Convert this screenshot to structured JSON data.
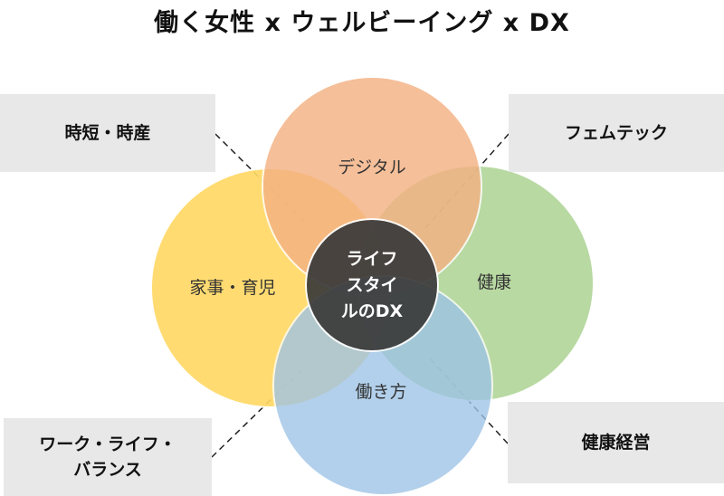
{
  "title": "働く女性 x ウェルビーイング x DX",
  "corners": {
    "top_left": "時短・時産",
    "top_right": "フェムテック",
    "bottom_left": "ワーク・ライフ・\nバランス",
    "bottom_right": "健康経営"
  },
  "circles": {
    "top": {
      "label": "デジタル",
      "color": "#f4b183"
    },
    "left": {
      "label": "家事・育児",
      "color": "#ffd966"
    },
    "right": {
      "label": "健康",
      "color": "#a9d18e"
    },
    "bottom": {
      "label": "働き方",
      "color": "#9dc3e6"
    }
  },
  "center": {
    "lines": [
      "ライフ",
      "スタイ",
      "ルのDX"
    ],
    "color": "#3a3a3a"
  }
}
